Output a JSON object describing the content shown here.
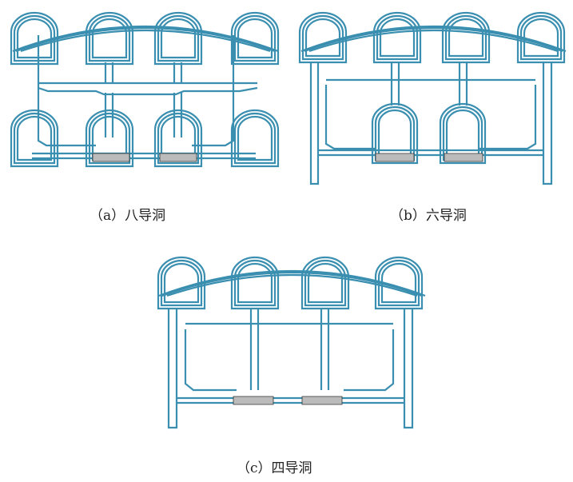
{
  "colors": {
    "lining": "#3a8fb0",
    "fill": "#555555"
  },
  "figures": [
    {
      "id": "a",
      "caption": "（a）八导洞"
    },
    {
      "id": "b",
      "caption": "（b）六导洞"
    },
    {
      "id": "c",
      "caption": "（c）四导洞"
    }
  ]
}
